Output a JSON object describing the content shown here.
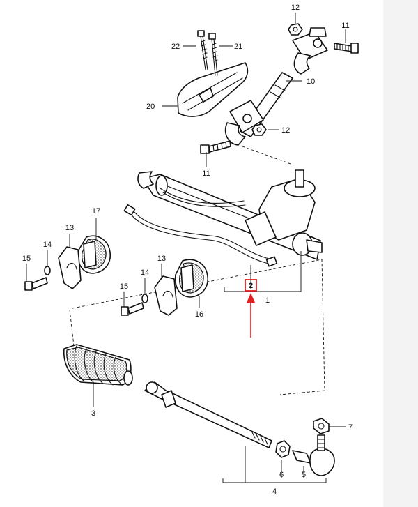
{
  "colors": {
    "highlight": "#e02020",
    "ink": "#111111",
    "background": "#ffffff"
  },
  "parts": {
    "p1": "1",
    "p2": "2",
    "p3": "3",
    "p4": "4",
    "p5": "5",
    "p6": "6",
    "p7": "7",
    "p10": "10",
    "p11a": "11",
    "p11b": "11",
    "p12a": "12",
    "p12b": "12",
    "p13a": "13",
    "p13b": "13",
    "p14a": "14",
    "p14b": "14",
    "p15a": "15",
    "p15b": "15",
    "p16": "16",
    "p17": "17",
    "p20": "20",
    "p21": "21",
    "p22": "22"
  },
  "highlighted_part": "2"
}
